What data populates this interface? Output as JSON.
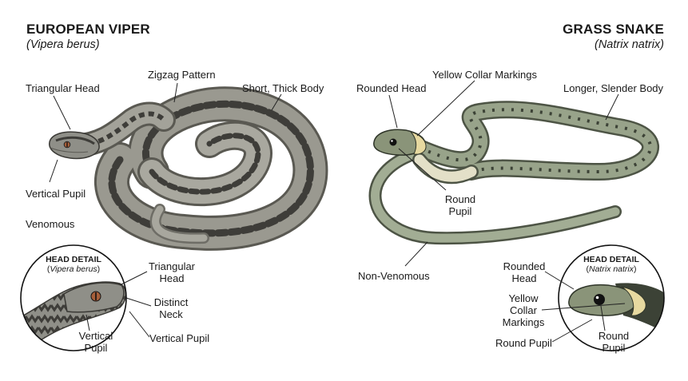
{
  "viper": {
    "title": "EUROPEAN VIPER",
    "latin": "(Vipera berus)",
    "labels": {
      "triangular_head": "Triangular Head",
      "zigzag": "Zigzag Pattern",
      "thick_body": "Short, Thick Body",
      "vertical_pupil": "Vertical Pupil",
      "venomous": "Venomous"
    },
    "detail": {
      "heading": "HEAD DETAIL",
      "latin_open": "(",
      "latin_name": "Vipera berus",
      "latin_close": ")",
      "triangular_head_1": "Triangular",
      "triangular_head_2": "Head",
      "neck_1": "Distinct",
      "neck_2": "Neck",
      "pupil_left_1": "Vertical",
      "pupil_left_2": "Pupil",
      "pupil_right": "Vertical Pupil"
    },
    "colors": {
      "base": "#8f8f88",
      "light": "#b9b8ae",
      "dark": "#3e3d39"
    }
  },
  "grass_snake": {
    "title": "GRASS SNAKE",
    "latin": "(Natrix natrix)",
    "labels": {
      "rounded_head": "Rounded Head",
      "collar": "Yellow Collar Markings",
      "slender_body": "Longer, Slender Body",
      "round_pupil_1": "Round",
      "round_pupil_2": "Pupil",
      "non_venomous": "Non-Venomous"
    },
    "detail": {
      "heading": "HEAD DETAIL",
      "latin_open": "(",
      "latin_name": "Natrix natrix",
      "latin_close": ")",
      "rounded_head_1": "Rounded",
      "rounded_head_2": "Head",
      "collar_1": "Yellow",
      "collar_2": "Collar",
      "collar_3": "Markings",
      "round_pupil_left": "Round Pupil",
      "round_pupil_right_1": "Round",
      "round_pupil_right_2": "Pupil"
    },
    "colors": {
      "base": "#8e9a80",
      "light": "#b6bea6",
      "dark": "#3c4236",
      "collar": "#e7d9a0"
    }
  }
}
